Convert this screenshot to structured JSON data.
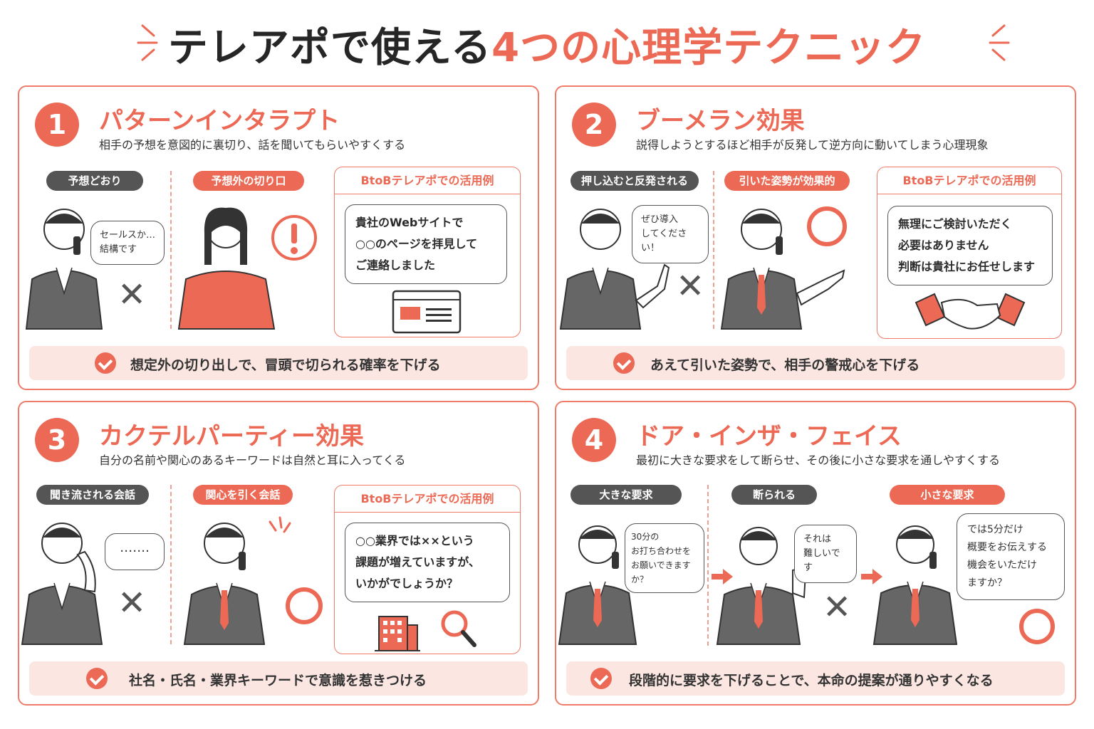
{
  "title": {
    "part1": "テレアポで使える",
    "part2": "4つの心理学テクニック"
  },
  "cards": [
    {
      "number": "1",
      "title": "パターンインタラプト",
      "subtitle": "相手の予想を意図的に裏切り、話を聞いてもらいやすくする",
      "label_a": "予想どおり",
      "label_b": "予想外の切り口",
      "bubble_a": [
        "セールスか…",
        "結構です"
      ],
      "example_head": "BtoBテレアポでの活用例",
      "example_lines": [
        "貴社のWebサイトで",
        "○○のページを拝見して",
        "ご連絡しました"
      ],
      "footer": "想定外の切り出しで、冒頭で切られる確率を下げる"
    },
    {
      "number": "2",
      "title": "ブーメラン効果",
      "subtitle": "説得しようとするほど相手が反発して逆方向に動いてしまう心理現象",
      "label_a": "押し込むと反発される",
      "label_b": "引いた姿勢が効果的",
      "bubble_a": [
        "ぜひ導入",
        "してください！"
      ],
      "example_head": "BtoBテレアポでの活用例",
      "example_lines": [
        "無理にご検討いただく",
        "必要はありません",
        "判断は貴社にお任せします"
      ],
      "footer": "あえて引いた姿勢で、相手の警戒心を下げる"
    },
    {
      "number": "3",
      "title": "カクテルパーティー効果",
      "subtitle": "自分の名前や関心のあるキーワードは自然と耳に入ってくる",
      "label_a": "聞き流される会話",
      "label_b": "関心を引く会話",
      "bubble_a": [
        "……."
      ],
      "example_head": "BtoBテレアポでの活用例",
      "example_lines": [
        "○○業界では××という",
        "課題が増えていますが、",
        "いかがでしょうか？"
      ],
      "footer": "社名・氏名・業界キーワードで意識を惹きつける"
    },
    {
      "number": "4",
      "title": "ドア・インザ・フェイス",
      "subtitle": "最初に大きな要求をして断らせ、その後に小さな要求を通しやすくする",
      "label_a": "大きな要求",
      "label_b": "断られる",
      "label_c": "小さな要求",
      "bubble_a": [
        "30分の",
        "お打ち合わせを",
        "お願いできますか？"
      ],
      "bubble_b": [
        "それは",
        "難しいです"
      ],
      "bubble_c": [
        "では5分だけ",
        "概要をお伝えする",
        "機会をいただけ",
        "ますか？"
      ],
      "footer": "段階的に要求を下げることで、本命の提案が通りやすくなる"
    }
  ],
  "colors": {
    "accent": "#ec6a55",
    "dark": "#555555",
    "tint": "#fbe6e2"
  }
}
